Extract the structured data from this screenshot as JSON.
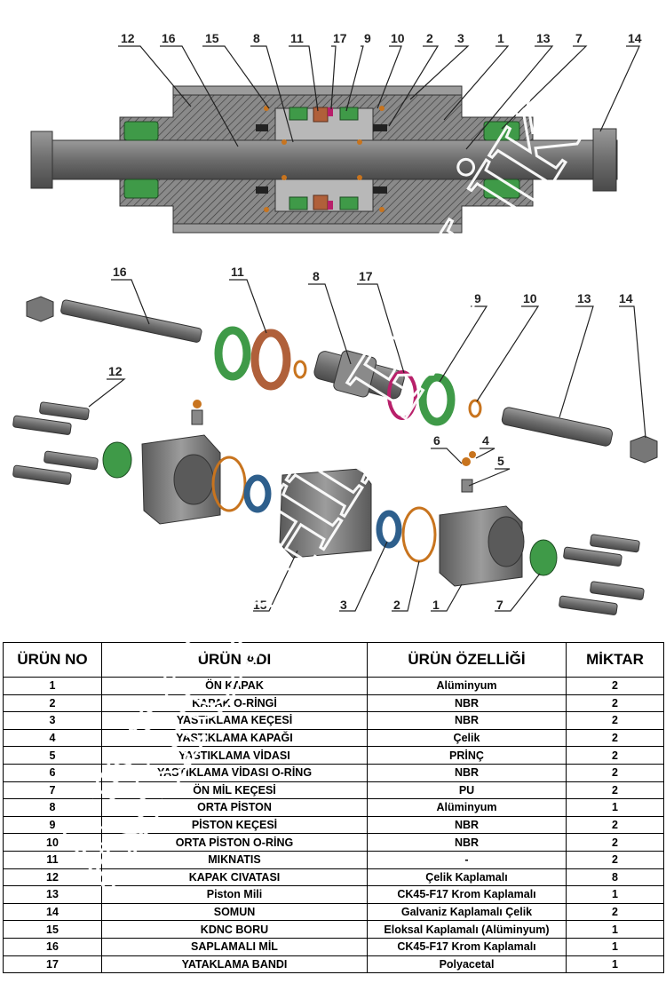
{
  "figure": {
    "section_callouts": [
      "12",
      "16",
      "15",
      "8",
      "11",
      "17",
      "9",
      "10",
      "2",
      "3",
      "1",
      "13",
      "7",
      "14"
    ],
    "exploded_callouts": [
      "16",
      "11",
      "8",
      "17",
      "9",
      "10",
      "13",
      "14",
      "12",
      "6",
      "4",
      "5",
      "15",
      "3",
      "2",
      "1",
      "7"
    ]
  },
  "table": {
    "headers": [
      "ÜRÜN NO",
      "ÜRÜN ADI",
      "ÜRÜN ÖZELLİĞİ",
      "MİKTAR"
    ],
    "rows": [
      {
        "no": "1",
        "name": "ÖN KAPAK",
        "spec": "Alüminyum",
        "qty": "2"
      },
      {
        "no": "2",
        "name": "KAPAK O-RİNGİ",
        "spec": "NBR",
        "qty": "2"
      },
      {
        "no": "3",
        "name": "YASTIKLAMA KEÇESİ",
        "spec": "NBR",
        "qty": "2"
      },
      {
        "no": "4",
        "name": "YASTIKLAMA KAPAĞI",
        "spec": "Çelik",
        "qty": "2"
      },
      {
        "no": "5",
        "name": "YASTIKLAMA VİDASI",
        "spec": "PRİNÇ",
        "qty": "2"
      },
      {
        "no": "6",
        "name": "YASTIKLAMA VİDASI O-RİNG",
        "spec": "NBR",
        "qty": "2"
      },
      {
        "no": "7",
        "name": "ÖN MİL KEÇESİ",
        "spec": "PU",
        "qty": "2"
      },
      {
        "no": "8",
        "name": "ORTA PİSTON",
        "spec": "Alüminyum",
        "qty": "1"
      },
      {
        "no": "9",
        "name": "PİSTON KEÇESİ",
        "spec": "NBR",
        "qty": "2"
      },
      {
        "no": "10",
        "name": "ORTA PİSTON O-RİNG",
        "spec": "NBR",
        "qty": "2"
      },
      {
        "no": "11",
        "name": "MIKNATIS",
        "spec": "-",
        "qty": "2"
      },
      {
        "no": "12",
        "name": "KAPAK CIVATASI",
        "spec": "Çelik Kaplamalı",
        "qty": "8"
      },
      {
        "no": "13",
        "name": "Piston Mili",
        "spec": "CK45-F17 Krom Kaplamalı",
        "qty": "1"
      },
      {
        "no": "14",
        "name": "SOMUN",
        "spec": "Galvaniz Kaplamalı Çelik",
        "qty": "2"
      },
      {
        "no": "15",
        "name": "KDNC  BORU",
        "spec": "Eloksal Kaplamalı (Alüminyum)",
        "qty": "1"
      },
      {
        "no": "16",
        "name": "SAPLAMALI MİL",
        "spec": "CK45-F17 Krom Kaplamalı",
        "qty": "1"
      },
      {
        "no": "17",
        "name": "YATAKLAMA BANDI",
        "spec": "Polyacetal",
        "qty": "1"
      }
    ]
  },
  "watermark": {
    "text": "ARICA HİDROLİK"
  },
  "colors": {
    "seal_green": "#3f9a48",
    "ring_orange": "#c8741e",
    "magnet_brown": "#b0603a",
    "band_magenta": "#b8206a",
    "seal_blue": "#2e5f8c",
    "metal": "#6a6a6a"
  }
}
